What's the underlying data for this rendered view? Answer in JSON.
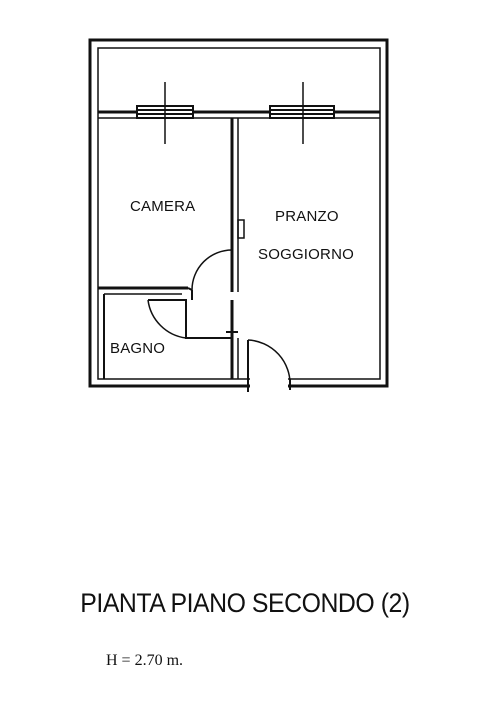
{
  "plan": {
    "rooms": {
      "camera": "CAMERA",
      "pranzo": "PRANZO",
      "soggiorno": "SOGGIORNO",
      "bagno": "BAGNO"
    }
  },
  "title": "PIANTA PIANO SECONDO (2)",
  "height_note": "H = 2.70 m."
}
